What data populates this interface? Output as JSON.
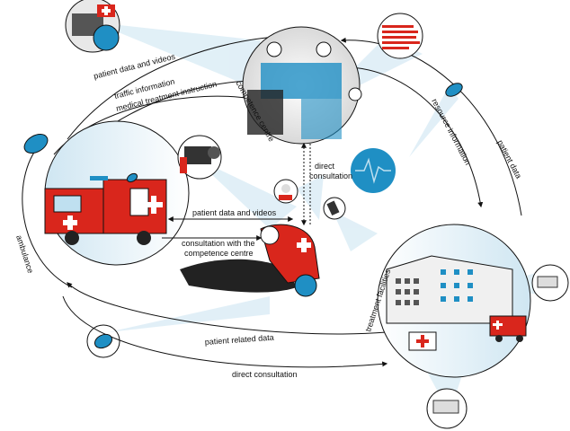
{
  "labels": {
    "patient_data_and_videos_top": "patient data and videos",
    "traffic_information": "traffic information",
    "medical_treatment_instruction": "medical treatment instruction",
    "competence_centre": "competence centre",
    "resource_information": "resource information",
    "patient_data": "patient data",
    "direct_consultation_center_line1": "direct",
    "direct_consultation_center_line2": "consultation",
    "patient_data_and_videos_mid": "patient data and videos",
    "consultation_line1": "consultation with the",
    "consultation_line2": "competence centre",
    "ambulance": "ambulance",
    "treatment_facilities": "treatment facilities",
    "patient_related_data": "patient related data",
    "direct_consultation_bottom": "direct consultation"
  },
  "colors": {
    "red": "#d9261c",
    "blue": "#1f8fc4",
    "light_blue": "#bfe0f0",
    "dark": "#222222",
    "gray": "#9a9a9a"
  },
  "icons": [
    "satellite-dish-icon",
    "camera-icon",
    "mobile-phone-icon",
    "ambulance-icon",
    "hospital-icon",
    "heartbeat-icon",
    "swiss-cross-icon"
  ]
}
